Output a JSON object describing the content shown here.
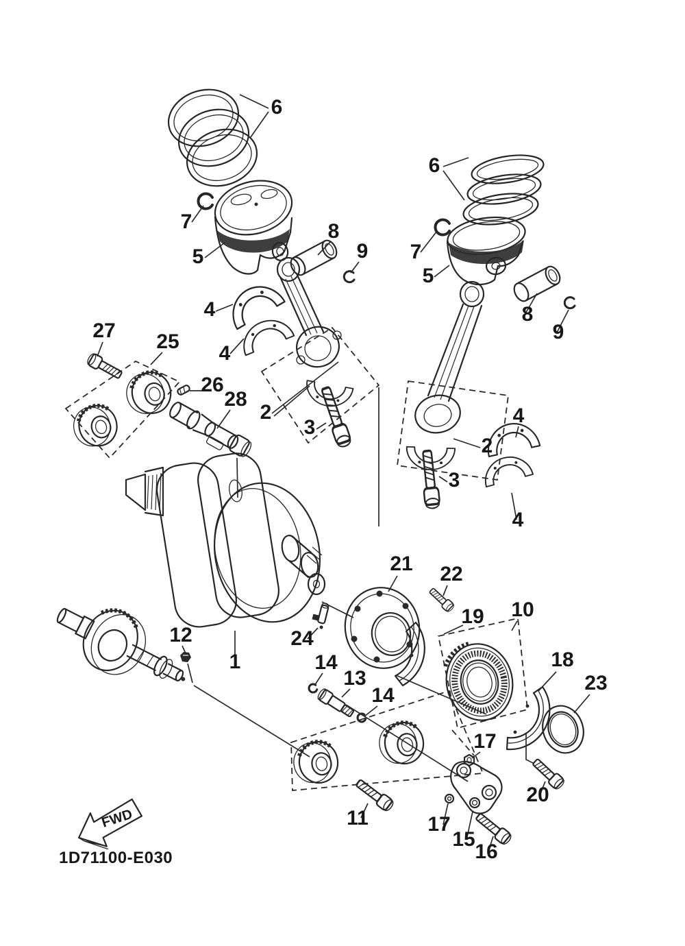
{
  "document": {
    "type": "exploded-parts-diagram",
    "subject": "crankshaft-piston-balancer-assembly",
    "drawing_code": "1D71100-E030",
    "orientation_marker": "FWD"
  },
  "colors": {
    "background": "#ffffff",
    "ink": "#262626",
    "text": "#171717"
  },
  "callouts": [
    {
      "text": "6",
      "ref": "piston-ring-set-left"
    },
    {
      "text": "7",
      "ref": "piston-pin-clip-left-a"
    },
    {
      "text": "5",
      "ref": "piston-left"
    },
    {
      "text": "8",
      "ref": "piston-pin-left"
    },
    {
      "text": "9",
      "ref": "piston-pin-clip-left-b"
    },
    {
      "text": "6",
      "ref": "piston-ring-set-right"
    },
    {
      "text": "7",
      "ref": "piston-pin-clip-right-a"
    },
    {
      "text": "5",
      "ref": "piston-right"
    },
    {
      "text": "8",
      "ref": "piston-pin-right"
    },
    {
      "text": "9",
      "ref": "piston-pin-clip-right-b"
    },
    {
      "text": "4",
      "ref": "rod-bearing-left-upper"
    },
    {
      "text": "4",
      "ref": "rod-bearing-left-lower"
    },
    {
      "text": "2",
      "ref": "connecting-rod-left"
    },
    {
      "text": "3",
      "ref": "rod-bolt-left"
    },
    {
      "text": "2",
      "ref": "connecting-rod-right"
    },
    {
      "text": "3",
      "ref": "rod-bolt-right"
    },
    {
      "text": "4",
      "ref": "rod-bearing-right-upper"
    },
    {
      "text": "4",
      "ref": "rod-bearing-right-lower"
    },
    {
      "text": "27",
      "ref": "gear-bolt"
    },
    {
      "text": "25",
      "ref": "balancer-gear-set"
    },
    {
      "text": "26",
      "ref": "woodruff-key-gear"
    },
    {
      "text": "28",
      "ref": "balancer-boss"
    },
    {
      "text": "1",
      "ref": "crankshaft"
    },
    {
      "text": "12",
      "ref": "balancer-shaft-nut"
    },
    {
      "text": "24",
      "ref": "crank-pin-key"
    },
    {
      "text": "21",
      "ref": "bearing-retainer-plate"
    },
    {
      "text": "22",
      "ref": "retainer-bolt"
    },
    {
      "text": "19",
      "ref": "bearing-housing-upper"
    },
    {
      "text": "10",
      "ref": "main-bearing-assembly"
    },
    {
      "text": "18",
      "ref": "bearing-housing-lower"
    },
    {
      "text": "23",
      "ref": "oil-seal"
    },
    {
      "text": "14",
      "ref": "dowel-clip-a"
    },
    {
      "text": "13",
      "ref": "dowel-pin"
    },
    {
      "text": "14",
      "ref": "dowel-clip-b"
    },
    {
      "text": "11",
      "ref": "gear-bolt-lower"
    },
    {
      "text": "17",
      "ref": "bracket-nut-a"
    },
    {
      "text": "17",
      "ref": "bracket-nut-b"
    },
    {
      "text": "15",
      "ref": "stopper-bracket"
    },
    {
      "text": "16",
      "ref": "bracket-bolt"
    },
    {
      "text": "20",
      "ref": "housing-bolt"
    }
  ]
}
